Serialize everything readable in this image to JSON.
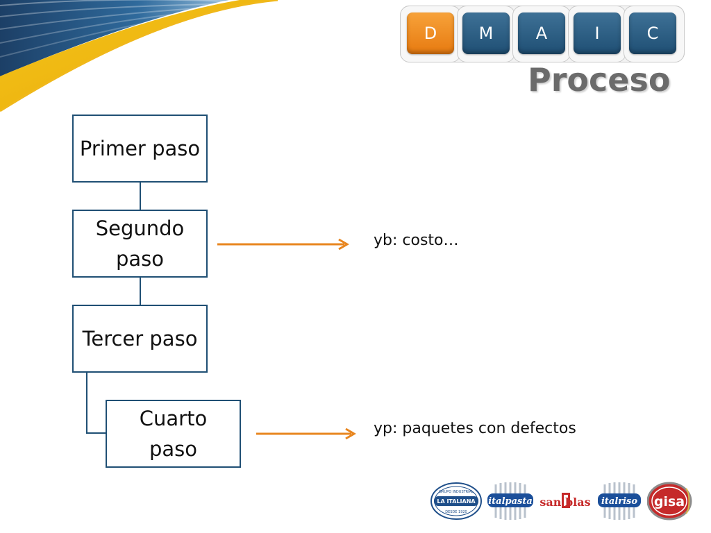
{
  "dmaic": {
    "phases": [
      {
        "letter": "D",
        "active": true
      },
      {
        "letter": "M",
        "active": false
      },
      {
        "letter": "A",
        "active": false
      },
      {
        "letter": "I",
        "active": false
      },
      {
        "letter": "C",
        "active": false
      }
    ]
  },
  "title": "Proceso",
  "steps": [
    {
      "label": "Primer paso"
    },
    {
      "label": "Segundo paso"
    },
    {
      "label": "Tercer paso"
    },
    {
      "label": "Cuarto paso"
    }
  ],
  "annotations": [
    {
      "text": "yb: costo…"
    },
    {
      "text": "yp: paquetes con defectos"
    }
  ],
  "brands": [
    {
      "name": "LA ITALIANA",
      "top": "GRUPO INDUSTRIAL",
      "bottom": "DESDE 1920"
    },
    {
      "name": "italpasta"
    },
    {
      "name": "san blas"
    },
    {
      "name": "italriso"
    },
    {
      "name": "gisa"
    }
  ],
  "colors": {
    "box_border": "#1f4f74",
    "arrow": "#e8861f",
    "phase_active": "#f08c1e",
    "phase_inactive": "#2a5d85",
    "title": "#6b6b6b"
  }
}
